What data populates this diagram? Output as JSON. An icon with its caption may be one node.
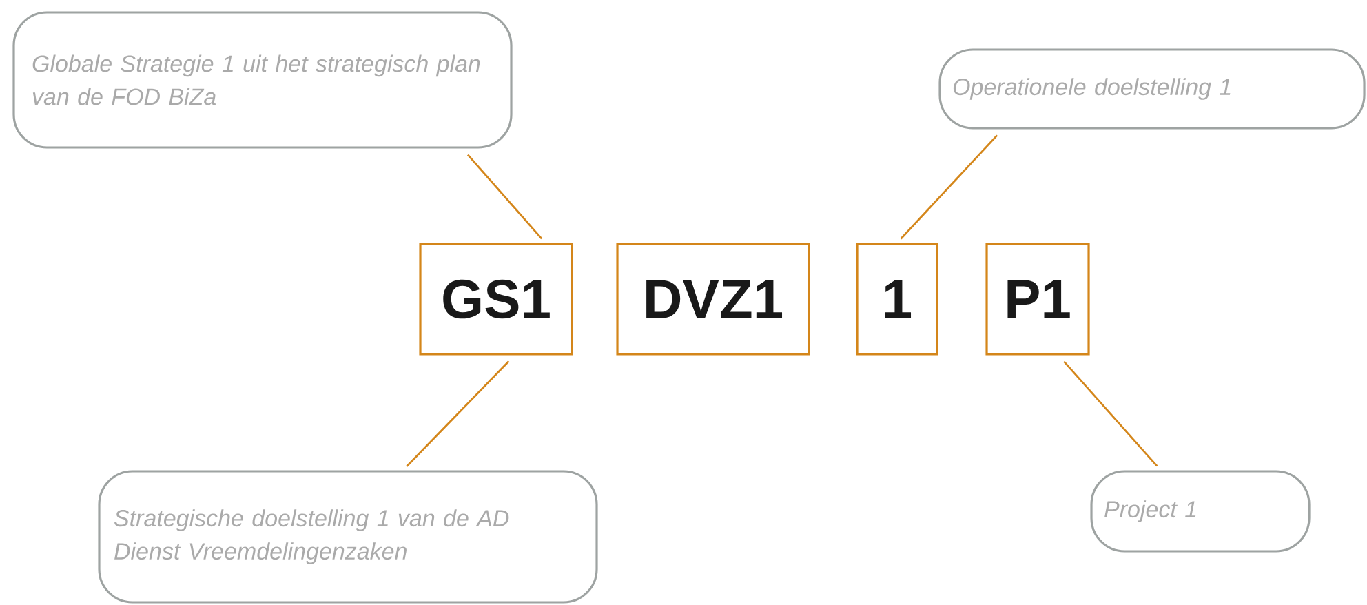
{
  "diagram": {
    "nodes": [
      {
        "text": [
          "Globale Strategie 1 uit het strategisch plan van de FOD BiZa"
        ]
      },
      {
        "text": [
          "Operationele doelstelling 1"
        ]
      },
      {
        "text": [
          "GS1"
        ]
      },
      {
        "text": [
          "DVZ1"
        ]
      },
      {
        "text": [
          "1"
        ]
      },
      {
        "text": [
          "P1"
        ]
      },
      {
        "text": [
          "Strategische doelstelling 1 van de AD Dienst Vreemdelingenzaken"
        ]
      },
      {
        "text": [
          "Project  1"
        ]
      }
    ],
    "edges": [
      {
        "from": 0,
        "to": 2,
        "arrow": "none"
      },
      {
        "from": 1,
        "to": 4,
        "arrow": "none"
      },
      {
        "from": 2,
        "to": 6,
        "arrow": "none"
      },
      {
        "from": 5,
        "to": 7,
        "arrow": "none"
      }
    ]
  }
}
